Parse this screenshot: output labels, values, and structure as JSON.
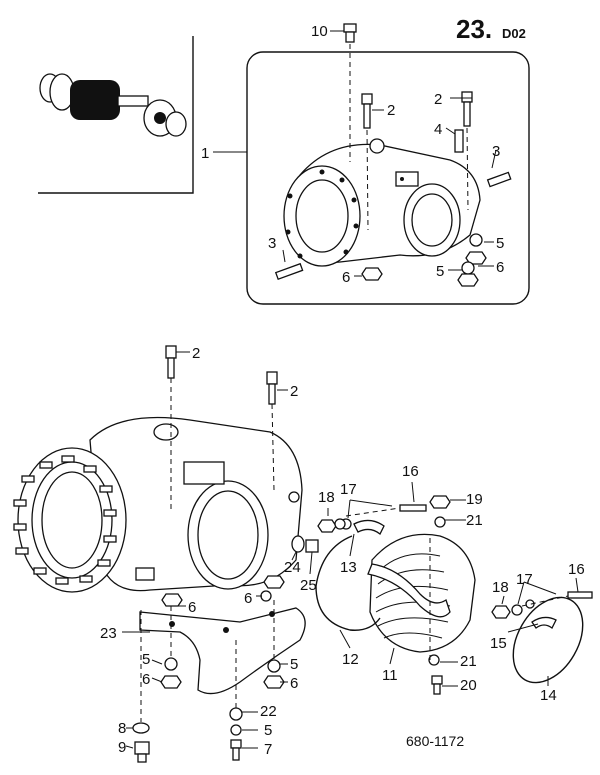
{
  "header": {
    "group_number": "23.",
    "section_code": "D02"
  },
  "reference_number": "680-1172",
  "callouts": {
    "c10": "10",
    "c2a": "2",
    "c2b": "2",
    "c4": "4",
    "c1": "1",
    "c3a": "3",
    "c3b": "3",
    "c5a": "5",
    "c6a": "6",
    "c5b": "5",
    "c6b": "6",
    "c2c": "2",
    "c2d": "2",
    "c16a": "16",
    "c17a": "17",
    "c18a": "18",
    "c19": "19",
    "c21a": "21",
    "c13": "13",
    "c24": "24",
    "c25": "25",
    "c6c": "6",
    "c6d": "6",
    "c23": "23",
    "c12": "12",
    "c11": "11",
    "c5c": "5",
    "c6e": "6",
    "c5d": "5",
    "c6f": "6",
    "c8": "8",
    "c9": "9",
    "c22": "22",
    "c5e": "5",
    "c7": "7",
    "c21b": "21",
    "c20": "20",
    "c16b": "16",
    "c17b": "17",
    "c18b": "18",
    "c15": "15",
    "c14": "14"
  }
}
